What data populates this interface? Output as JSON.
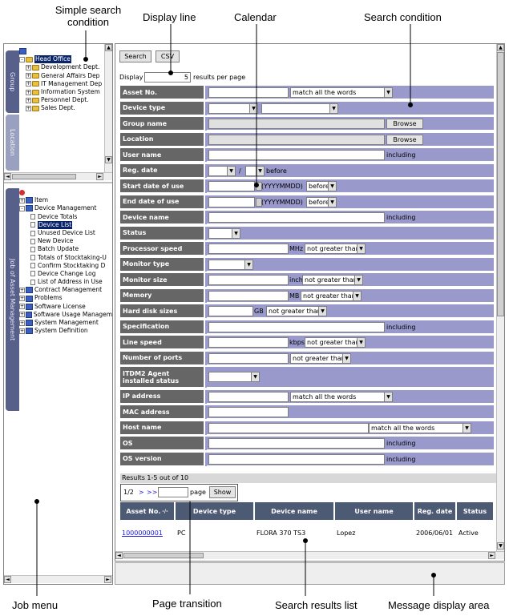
{
  "callouts": {
    "simple_search": "Simple search\ncondition",
    "display_line": "Display line",
    "calendar": "Calendar",
    "search_condition": "Search condition",
    "job_menu": "Job menu",
    "page_transition": "Page transition",
    "search_results_list": "Search results list",
    "message_display_area": "Message display area"
  },
  "left": {
    "tabs": [
      "Group",
      "Location"
    ],
    "job_tab": "Job of Asset Management",
    "group_tree": {
      "root": "Head Office",
      "children": [
        "Development Dept.",
        "General Affairs Dep",
        "IT Management Dep",
        "Information System",
        "Personnel Dept.",
        "Sales Dept."
      ]
    },
    "job_tree": {
      "item": "Item",
      "device_management": "Device Management",
      "device_children": [
        "Device Totals",
        "Device List",
        "Unused Device List",
        "New Device",
        "Batch Update",
        "Totals of Stocktaking-U",
        "Confirm Stocktaking D",
        "Device Change Log",
        "List of Address in Use"
      ],
      "others": [
        "Contract Management",
        "Problems",
        "Software License",
        "Software Usage Managem",
        "System Management",
        "System Definition"
      ]
    }
  },
  "toolbar": {
    "search": "Search",
    "csv": "CSV"
  },
  "display": {
    "label": "Display",
    "value": "5",
    "suffix": "results per page"
  },
  "form": {
    "labels": [
      "Asset No.",
      "Device type",
      "Group name",
      "Location",
      "User name",
      "Reg. date",
      "Start date of use",
      "End date of use",
      "Device name",
      "Status",
      "Processor speed",
      "Monitor type",
      "Monitor size",
      "Memory",
      "Hard disk sizes",
      "Specification",
      "Line speed",
      "Number of ports",
      "ITDM2 Agent installed status",
      "IP address",
      "MAC address",
      "Host name",
      "OS",
      "OS version"
    ],
    "match_all": "match all the words",
    "browse": "Browse",
    "including": "including",
    "before": "before",
    "date_fmt": "(YYYYMMDD)",
    "slash": "/",
    "not_greater": "not greater than",
    "units": {
      "mhz": "MHz",
      "inch": "inch",
      "mb": "MB",
      "gb": "GB",
      "kbps": "kbps"
    }
  },
  "results": {
    "summary": "Results 1-5 out of 10",
    "pager": {
      "pos": "1/2",
      "next": ">",
      "last": ">>",
      "page_label": "page",
      "show": "Show"
    },
    "headers": [
      "Asset No.",
      "Device type",
      "Device name",
      "User name",
      "Reg. date",
      "Status"
    ],
    "sort_mark": "-/-",
    "row": [
      "1000000001",
      "PC",
      "FLORA 370 TS3",
      "Lopez",
      "2006/06/01",
      "Active"
    ]
  },
  "colors": {
    "label_bg": "#666666",
    "cell_bg": "#9999cc",
    "header_bg": "#4d5a73",
    "selection": "#0a246a",
    "tab_bg": "#57608a"
  }
}
